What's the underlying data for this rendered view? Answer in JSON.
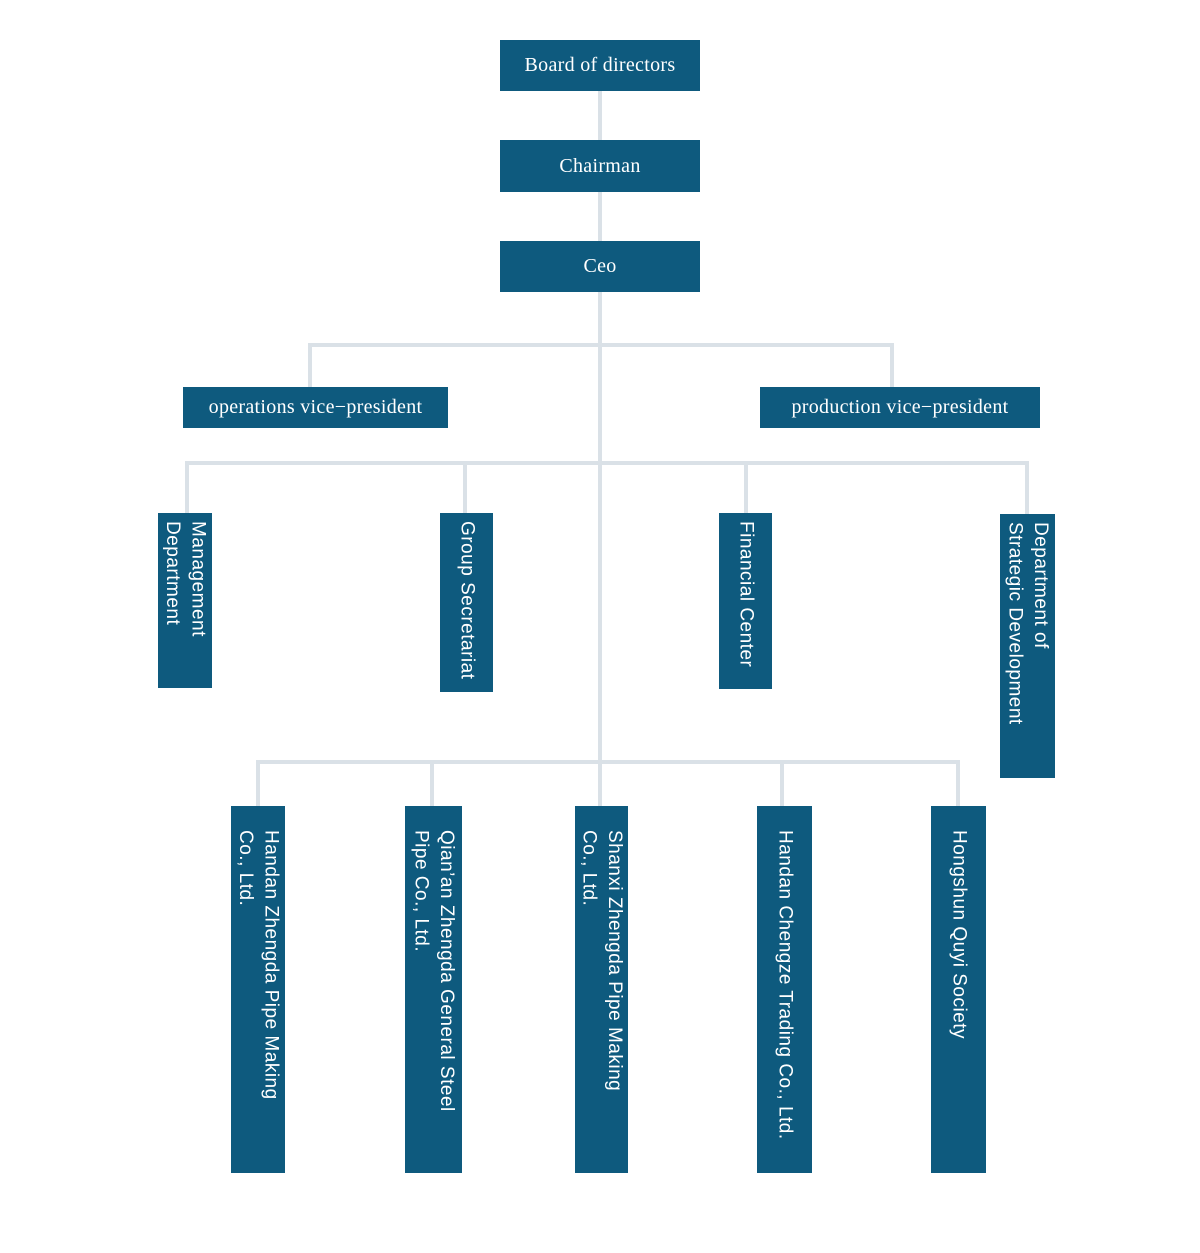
{
  "diagram": {
    "type": "org-chart",
    "colors": {
      "node_fill": "#0e5a7e",
      "node_text": "#ffffff",
      "connector": "#dae1e7",
      "background": "#ffffff"
    },
    "nodes": {
      "board": {
        "label": "Board of directors"
      },
      "chairman": {
        "label": "Chairman"
      },
      "ceo": {
        "label": "Ceo"
      },
      "operations_vp": {
        "label": "operations vice−president"
      },
      "production_vp": {
        "label": "production vice−president"
      },
      "management_department": {
        "label": "Management\nDepartment"
      },
      "group_secretariat": {
        "label": "Group Secretariat"
      },
      "financial_center": {
        "label": "Financial Center"
      },
      "strategic_development": {
        "label": "Department of\nStrategic Development"
      },
      "handan_zhengda_pipe": {
        "label": "Handan Zhengda Pipe Making\nCo., Ltd."
      },
      "qianan_zhengda_steel": {
        "label": "Qian’an Zhengda General Steel\nPipe Co., Ltd."
      },
      "shanxi_zhengda_pipe": {
        "label": "Shanxi Zhengda Pipe Making\nCo., Ltd."
      },
      "handan_chengze_trading": {
        "label": "Handan Chengze Trading Co., Ltd."
      },
      "hongshun_quyi_society": {
        "label": "Hongshun Quyi Society"
      }
    },
    "edges": [
      [
        "board",
        "chairman"
      ],
      [
        "chairman",
        "ceo"
      ],
      [
        "ceo",
        "operations_vp"
      ],
      [
        "ceo",
        "production_vp"
      ],
      [
        "ceo",
        "management_department"
      ],
      [
        "ceo",
        "group_secretariat"
      ],
      [
        "ceo",
        "financial_center"
      ],
      [
        "ceo",
        "strategic_development"
      ],
      [
        "ceo",
        "handan_zhengda_pipe"
      ],
      [
        "ceo",
        "qianan_zhengda_steel"
      ],
      [
        "ceo",
        "shanxi_zhengda_pipe"
      ],
      [
        "ceo",
        "handan_chengze_trading"
      ],
      [
        "ceo",
        "hongshun_quyi_society"
      ]
    ]
  }
}
